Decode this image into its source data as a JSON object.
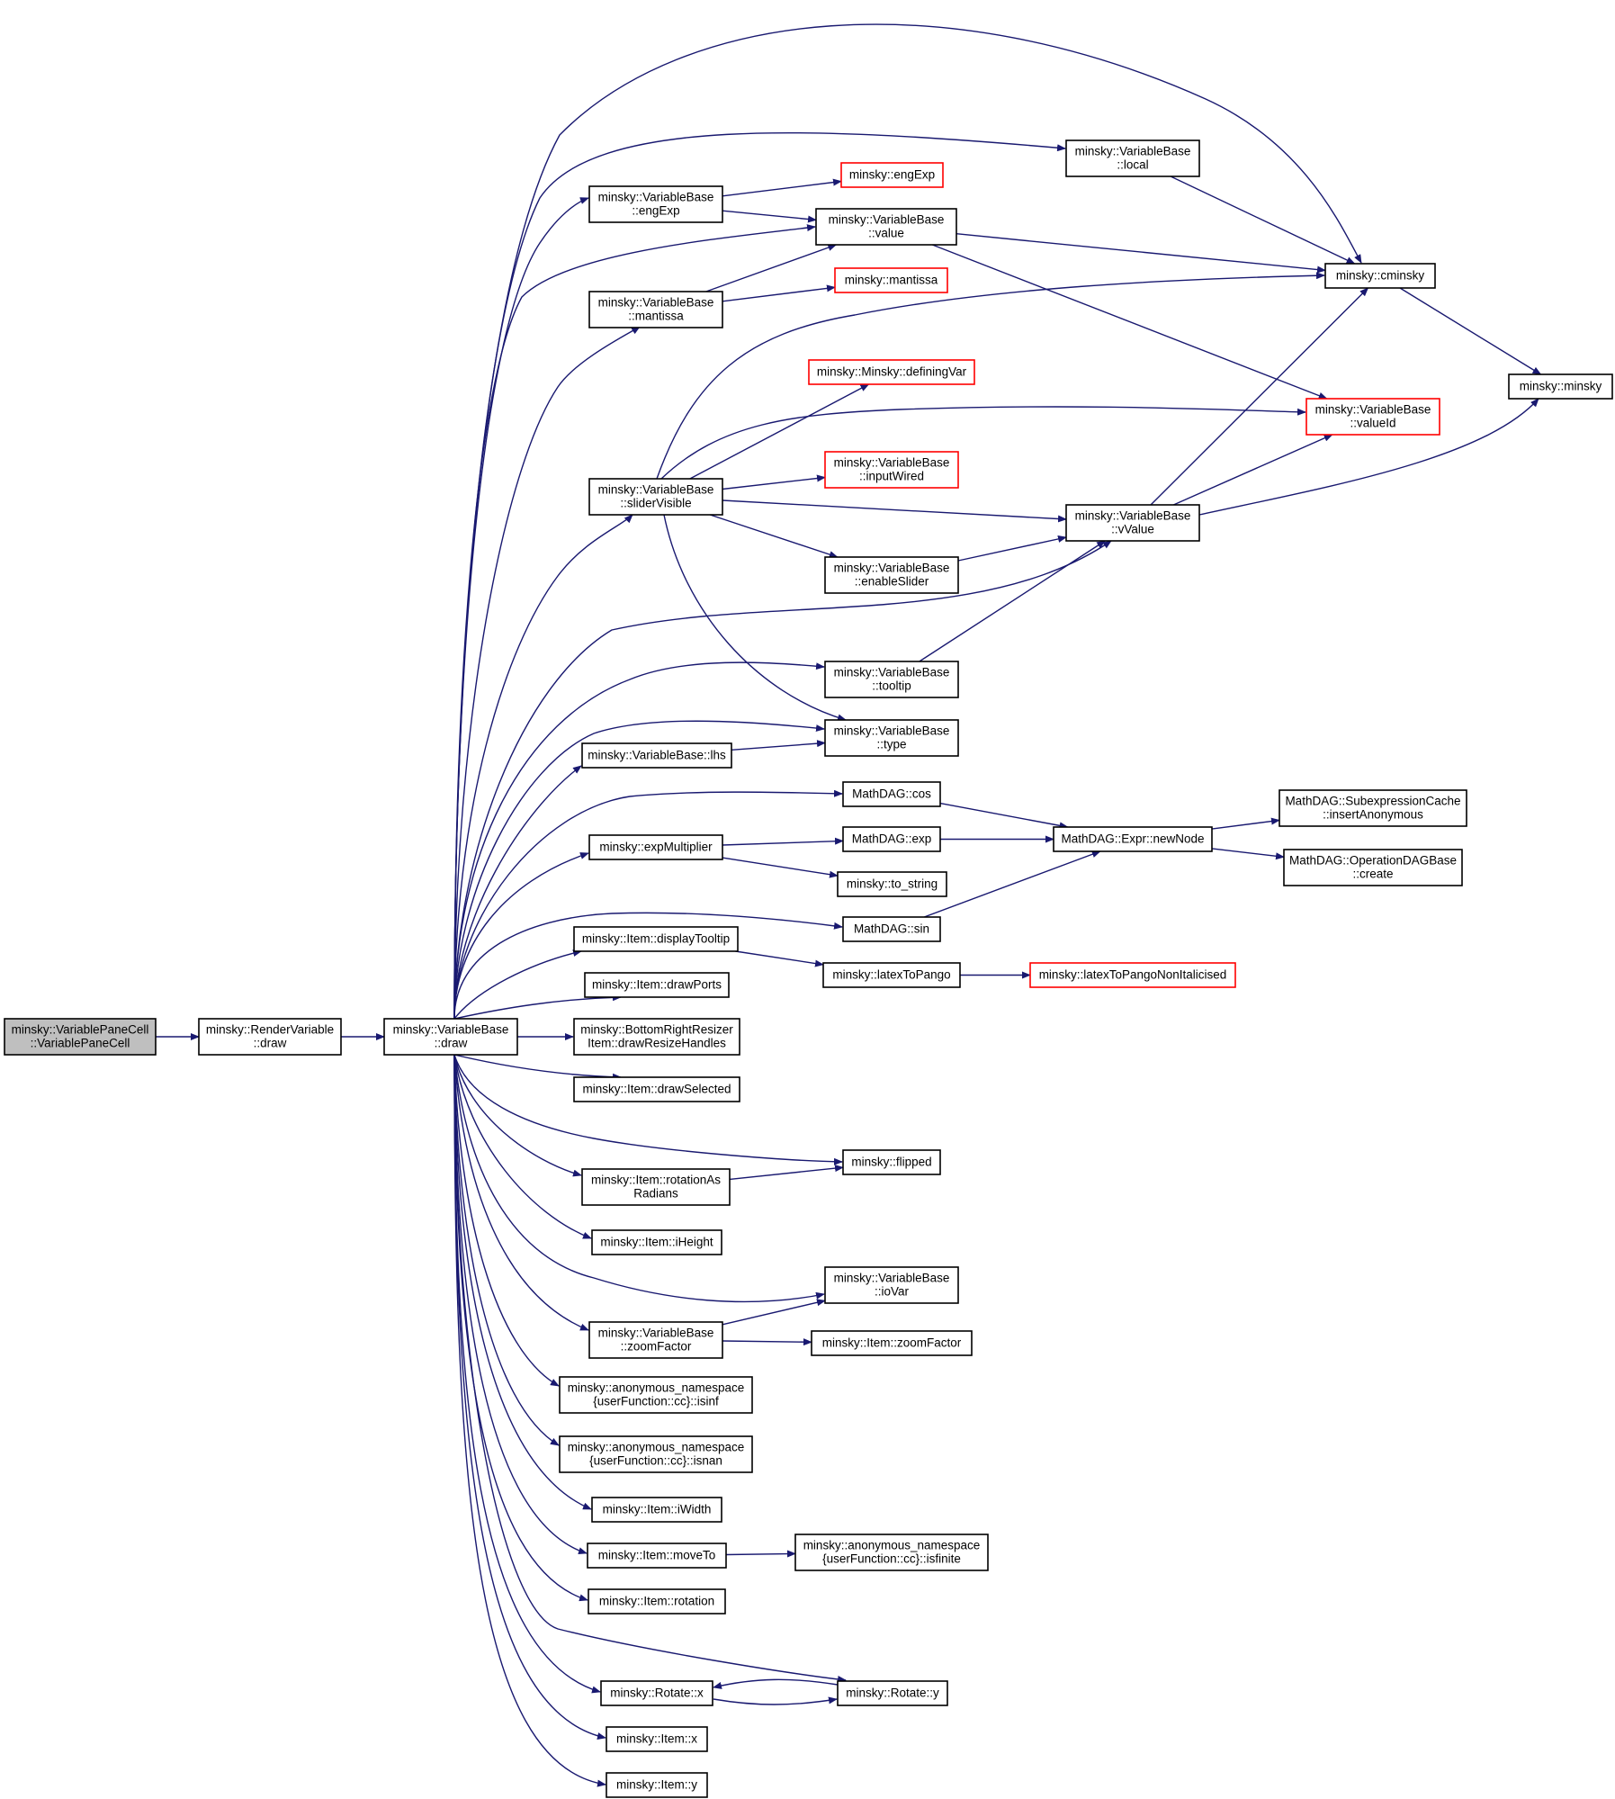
{
  "graph": {
    "colors": {
      "edge": "#191970",
      "border_normal": "#000000",
      "border_truncated": "#ff0000",
      "fill_root": "#bfbfbf",
      "fill_normal": "#ffffff"
    },
    "nodes": {
      "vpc": {
        "lines": [
          "minsky::VariablePaneCell",
          "::VariablePaneCell"
        ],
        "style": "root"
      },
      "rv": {
        "lines": [
          "minsky::RenderVariable",
          "::draw"
        ],
        "style": "normal"
      },
      "vbdraw": {
        "lines": [
          "minsky::VariableBase",
          "::draw"
        ],
        "style": "normal"
      },
      "cminsky": {
        "lines": [
          "minsky::cminsky"
        ],
        "style": "normal"
      },
      "local": {
        "lines": [
          "minsky::VariableBase",
          "::local"
        ],
        "style": "normal"
      },
      "engexpvb": {
        "lines": [
          "minsky::VariableBase",
          "::engExp"
        ],
        "style": "normal"
      },
      "engexp": {
        "lines": [
          "minsky::engExp"
        ],
        "style": "truncated"
      },
      "value": {
        "lines": [
          "minsky::VariableBase",
          "::value"
        ],
        "style": "normal"
      },
      "mantissavb": {
        "lines": [
          "minsky::VariableBase",
          "::mantissa"
        ],
        "style": "normal"
      },
      "mantissa": {
        "lines": [
          "minsky::mantissa"
        ],
        "style": "truncated"
      },
      "minsky": {
        "lines": [
          "minsky::minsky"
        ],
        "style": "normal"
      },
      "definingvar": {
        "lines": [
          "minsky::Minsky::definingVar"
        ],
        "style": "truncated"
      },
      "valueid": {
        "lines": [
          "minsky::VariableBase",
          "::valueId"
        ],
        "style": "truncated"
      },
      "inputwired": {
        "lines": [
          "minsky::VariableBase",
          "::inputWired"
        ],
        "style": "truncated"
      },
      "slidervis": {
        "lines": [
          "minsky::VariableBase",
          "::sliderVisible"
        ],
        "style": "normal"
      },
      "vvalue": {
        "lines": [
          "minsky::VariableBase",
          "::vValue"
        ],
        "style": "normal"
      },
      "enableslider": {
        "lines": [
          "minsky::VariableBase",
          "::enableSlider"
        ],
        "style": "normal"
      },
      "tooltip": {
        "lines": [
          "minsky::VariableBase",
          "::tooltip"
        ],
        "style": "normal"
      },
      "type": {
        "lines": [
          "minsky::VariableBase",
          "::type"
        ],
        "style": "normal"
      },
      "lhs": {
        "lines": [
          "minsky::VariableBase::lhs"
        ],
        "style": "normal"
      },
      "cos": {
        "lines": [
          "MathDAG::cos"
        ],
        "style": "normal"
      },
      "subexpr": {
        "lines": [
          "MathDAG::SubexpressionCache",
          "::insertAnonymous"
        ],
        "style": "normal"
      },
      "expmult": {
        "lines": [
          "minsky::expMultiplier"
        ],
        "style": "normal"
      },
      "mexp": {
        "lines": [
          "MathDAG::exp"
        ],
        "style": "normal"
      },
      "newnode": {
        "lines": [
          "MathDAG::Expr::newNode"
        ],
        "style": "normal"
      },
      "opdag": {
        "lines": [
          "MathDAG::OperationDAGBase",
          "::create"
        ],
        "style": "normal"
      },
      "tostring": {
        "lines": [
          "minsky::to_string"
        ],
        "style": "normal"
      },
      "msin": {
        "lines": [
          "MathDAG::sin"
        ],
        "style": "normal"
      },
      "disptooltip": {
        "lines": [
          "minsky::Item::displayTooltip"
        ],
        "style": "normal"
      },
      "latex": {
        "lines": [
          "minsky::latexToPango"
        ],
        "style": "normal"
      },
      "latexni": {
        "lines": [
          "minsky::latexToPangoNonItalicised"
        ],
        "style": "truncated"
      },
      "drawports": {
        "lines": [
          "minsky::Item::drawPorts"
        ],
        "style": "normal"
      },
      "bottomright": {
        "lines": [
          "minsky::BottomRightResizer",
          "Item::drawResizeHandles"
        ],
        "style": "normal"
      },
      "drawsel": {
        "lines": [
          "minsky::Item::drawSelected"
        ],
        "style": "normal"
      },
      "flipped": {
        "lines": [
          "minsky::flipped"
        ],
        "style": "normal"
      },
      "rotrad": {
        "lines": [
          "minsky::Item::rotationAs",
          "Radians"
        ],
        "style": "normal"
      },
      "iheight": {
        "lines": [
          "minsky::Item::iHeight"
        ],
        "style": "normal"
      },
      "iovar": {
        "lines": [
          "minsky::VariableBase",
          "::ioVar"
        ],
        "style": "normal"
      },
      "zoomvb": {
        "lines": [
          "minsky::VariableBase",
          "::zoomFactor"
        ],
        "style": "normal"
      },
      "zoomitem": {
        "lines": [
          "minsky::Item::zoomFactor"
        ],
        "style": "normal"
      },
      "isinf": {
        "lines": [
          "minsky::anonymous_namespace",
          "{userFunction::cc}::isinf"
        ],
        "style": "normal"
      },
      "isnan": {
        "lines": [
          "minsky::anonymous_namespace",
          "{userFunction::cc}::isnan"
        ],
        "style": "normal"
      },
      "iwidth": {
        "lines": [
          "minsky::Item::iWidth"
        ],
        "style": "normal"
      },
      "moveto": {
        "lines": [
          "minsky::Item::moveTo"
        ],
        "style": "normal"
      },
      "isfinite": {
        "lines": [
          "minsky::anonymous_namespace",
          "{userFunction::cc}::isfinite"
        ],
        "style": "normal"
      },
      "rotation": {
        "lines": [
          "minsky::Item::rotation"
        ],
        "style": "normal"
      },
      "rotx": {
        "lines": [
          "minsky::Rotate::x"
        ],
        "style": "normal"
      },
      "roty": {
        "lines": [
          "minsky::Rotate::y"
        ],
        "style": "normal"
      },
      "itemx": {
        "lines": [
          "minsky::Item::x"
        ],
        "style": "normal"
      },
      "itemy": {
        "lines": [
          "minsky::Item::y"
        ],
        "style": "normal"
      }
    },
    "edges": [
      [
        "vpc",
        "rv"
      ],
      [
        "rv",
        "vbdraw"
      ],
      [
        "vbdraw",
        "cminsky"
      ],
      [
        "vbdraw",
        "local"
      ],
      [
        "vbdraw",
        "engexpvb"
      ],
      [
        "vbdraw",
        "value"
      ],
      [
        "vbdraw",
        "mantissavb"
      ],
      [
        "vbdraw",
        "slidervis"
      ],
      [
        "vbdraw",
        "vvalue"
      ],
      [
        "vbdraw",
        "tooltip"
      ],
      [
        "vbdraw",
        "type"
      ],
      [
        "vbdraw",
        "lhs"
      ],
      [
        "vbdraw",
        "cos"
      ],
      [
        "vbdraw",
        "expmult"
      ],
      [
        "vbdraw",
        "msin"
      ],
      [
        "vbdraw",
        "disptooltip"
      ],
      [
        "vbdraw",
        "drawports"
      ],
      [
        "vbdraw",
        "bottomright"
      ],
      [
        "vbdraw",
        "drawsel"
      ],
      [
        "vbdraw",
        "flipped"
      ],
      [
        "vbdraw",
        "rotrad"
      ],
      [
        "vbdraw",
        "iheight"
      ],
      [
        "vbdraw",
        "iovar"
      ],
      [
        "vbdraw",
        "zoomvb"
      ],
      [
        "vbdraw",
        "isinf"
      ],
      [
        "vbdraw",
        "isnan"
      ],
      [
        "vbdraw",
        "iwidth"
      ],
      [
        "vbdraw",
        "moveto"
      ],
      [
        "vbdraw",
        "rotation"
      ],
      [
        "vbdraw",
        "rotx"
      ],
      [
        "vbdraw",
        "roty"
      ],
      [
        "vbdraw",
        "itemx"
      ],
      [
        "vbdraw",
        "itemy"
      ],
      [
        "local",
        "cminsky"
      ],
      [
        "engexpvb",
        "engexp"
      ],
      [
        "engexpvb",
        "value"
      ],
      [
        "value",
        "cminsky"
      ],
      [
        "value",
        "valueid"
      ],
      [
        "mantissavb",
        "value"
      ],
      [
        "mantissavb",
        "mantissa"
      ],
      [
        "cminsky",
        "minsky"
      ],
      [
        "slidervis",
        "cminsky"
      ],
      [
        "slidervis",
        "definingvar"
      ],
      [
        "slidervis",
        "valueid"
      ],
      [
        "slidervis",
        "inputwired"
      ],
      [
        "slidervis",
        "vvalue"
      ],
      [
        "slidervis",
        "enableslider"
      ],
      [
        "slidervis",
        "type"
      ],
      [
        "vvalue",
        "cminsky"
      ],
      [
        "vvalue",
        "valueid"
      ],
      [
        "vvalue",
        "minsky"
      ],
      [
        "enableslider",
        "vvalue"
      ],
      [
        "tooltip",
        "vvalue"
      ],
      [
        "lhs",
        "type"
      ],
      [
        "cos",
        "newnode"
      ],
      [
        "expmult",
        "mexp"
      ],
      [
        "expmult",
        "tostring"
      ],
      [
        "mexp",
        "newnode"
      ],
      [
        "msin",
        "newnode"
      ],
      [
        "newnode",
        "subexpr"
      ],
      [
        "newnode",
        "opdag"
      ],
      [
        "disptooltip",
        "latex"
      ],
      [
        "latex",
        "latexni"
      ],
      [
        "rotrad",
        "flipped"
      ],
      [
        "zoomvb",
        "iovar"
      ],
      [
        "zoomvb",
        "zoomitem"
      ],
      [
        "moveto",
        "isfinite"
      ],
      [
        "rotx",
        "roty"
      ],
      [
        "roty",
        "rotx"
      ]
    ]
  }
}
